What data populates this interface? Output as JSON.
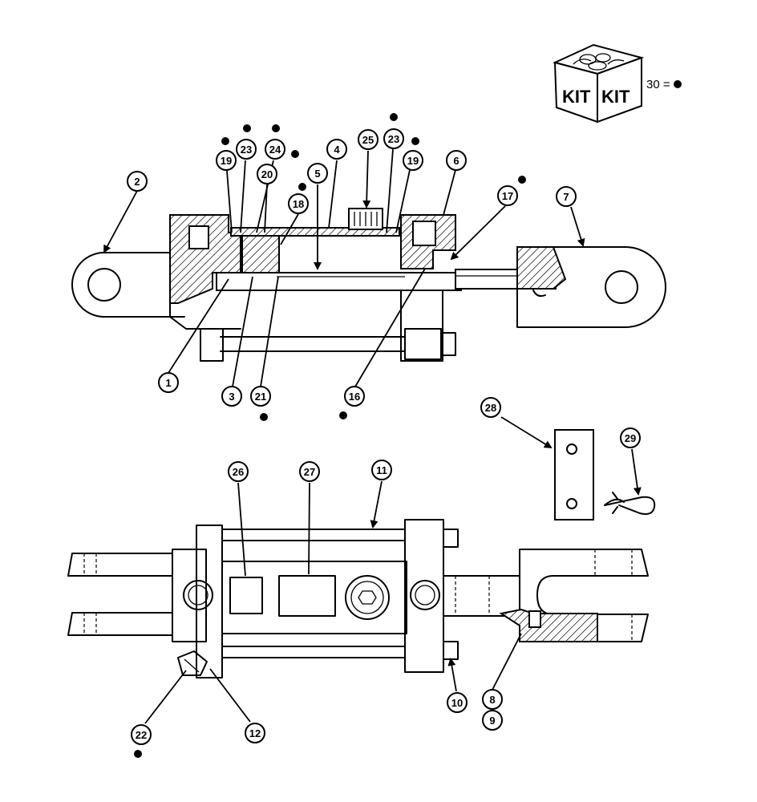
{
  "kit": {
    "face_left": "KIT",
    "face_right": "KIT",
    "legend": "30 ="
  },
  "callouts": [
    {
      "id": "c2",
      "label": "2"
    },
    {
      "id": "c19a",
      "label": "19"
    },
    {
      "id": "c23a",
      "label": "23"
    },
    {
      "id": "c24",
      "label": "24"
    },
    {
      "id": "c20",
      "label": "20"
    },
    {
      "id": "c18",
      "label": "18"
    },
    {
      "id": "c5",
      "label": "5"
    },
    {
      "id": "c4",
      "label": "4"
    },
    {
      "id": "c25",
      "label": "25"
    },
    {
      "id": "c23b",
      "label": "23"
    },
    {
      "id": "c19b",
      "label": "19"
    },
    {
      "id": "c6",
      "label": "6"
    },
    {
      "id": "c17",
      "label": "17"
    },
    {
      "id": "c7",
      "label": "7"
    },
    {
      "id": "c1",
      "label": "1"
    },
    {
      "id": "c3",
      "label": "3"
    },
    {
      "id": "c21",
      "label": "21"
    },
    {
      "id": "c16",
      "label": "16"
    },
    {
      "id": "c28",
      "label": "28"
    },
    {
      "id": "c29",
      "label": "29"
    },
    {
      "id": "c26",
      "label": "26"
    },
    {
      "id": "c27",
      "label": "27"
    },
    {
      "id": "c11",
      "label": "11"
    },
    {
      "id": "c10",
      "label": "10"
    },
    {
      "id": "c8",
      "label": "8"
    },
    {
      "id": "c9",
      "label": "9"
    },
    {
      "id": "c22",
      "label": "22"
    },
    {
      "id": "c12",
      "label": "12"
    }
  ]
}
